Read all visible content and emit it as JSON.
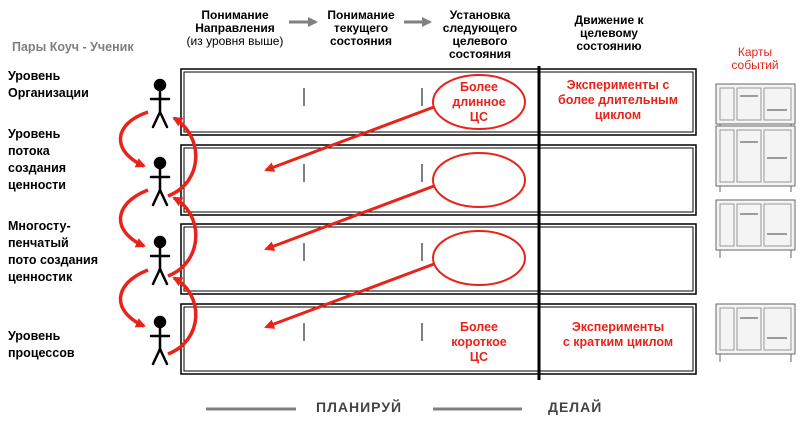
{
  "header": {
    "direction": "Понимание\nНаправления",
    "direction_note": "(из уровня выше)",
    "current_state": "Понимание\nтекущего\nсостояния",
    "next_target": "Установка\nследующего\nцелевого\nсостояния",
    "moving": "Движение к\nцелевому\nсостоянию"
  },
  "pairs_title": "Пары Коуч - Ученик",
  "levels": [
    "Уровень\nОрганизации",
    "Уровень\nпотока\nсоздания\nценности",
    "Многосту-\nпенчатый\nпото создания\nценностик",
    "Уровень\nпроцессов"
  ],
  "target_labels": {
    "longer": "Более\nдлинное\nЦС",
    "shorter": "Более\nкороткое\nЦС"
  },
  "experiment_labels": {
    "long_cycle": "Эксперименты с\nболее длительным\nциклом",
    "short_cycle": "Эксперименты\nс кратким циклом"
  },
  "cards_title": "Карты\nсобытий",
  "footer": {
    "plan": "ПЛАНИРУЙ",
    "do": "ДЕЛАЙ"
  },
  "colors": {
    "accent_red": "#e8231a",
    "grey_arrow": "#808080",
    "frame": "#000000"
  }
}
